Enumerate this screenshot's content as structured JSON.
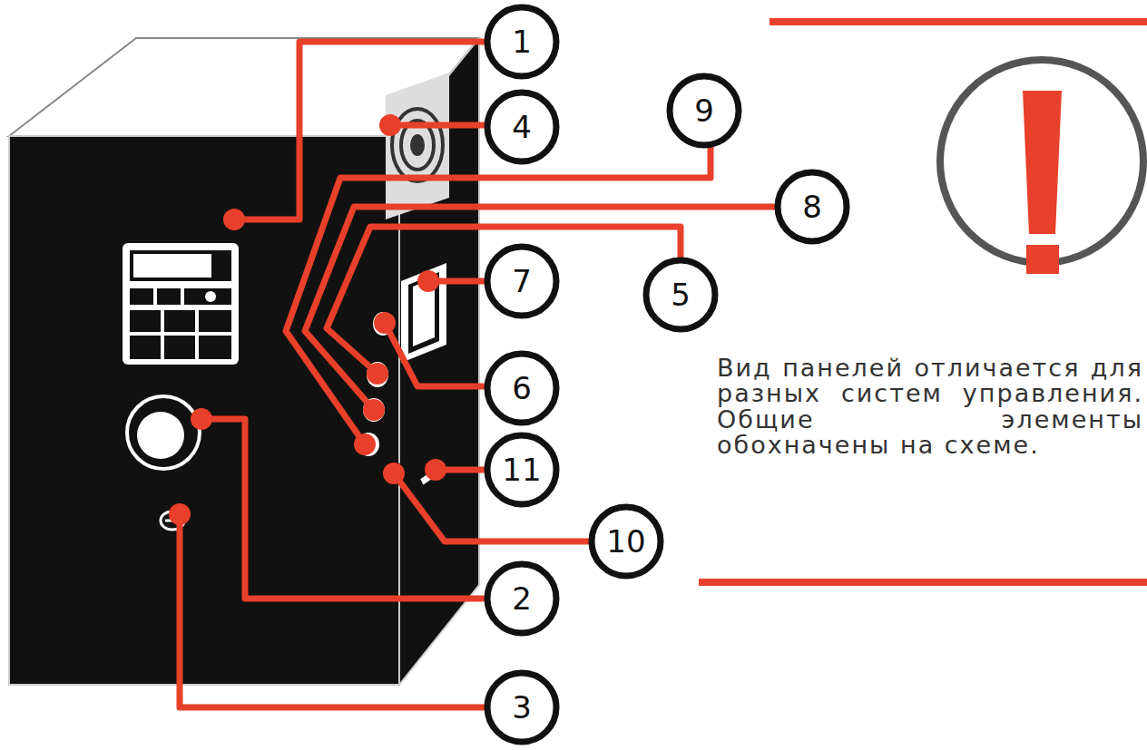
{
  "diagram": {
    "labels": [
      "1",
      "4",
      "9",
      "8",
      "5",
      "7",
      "6",
      "11",
      "10",
      "2",
      "3",
      "Вид панелей отличается для разных систем управления. Общие элементы обохначены на схеме."
    ]
  }
}
